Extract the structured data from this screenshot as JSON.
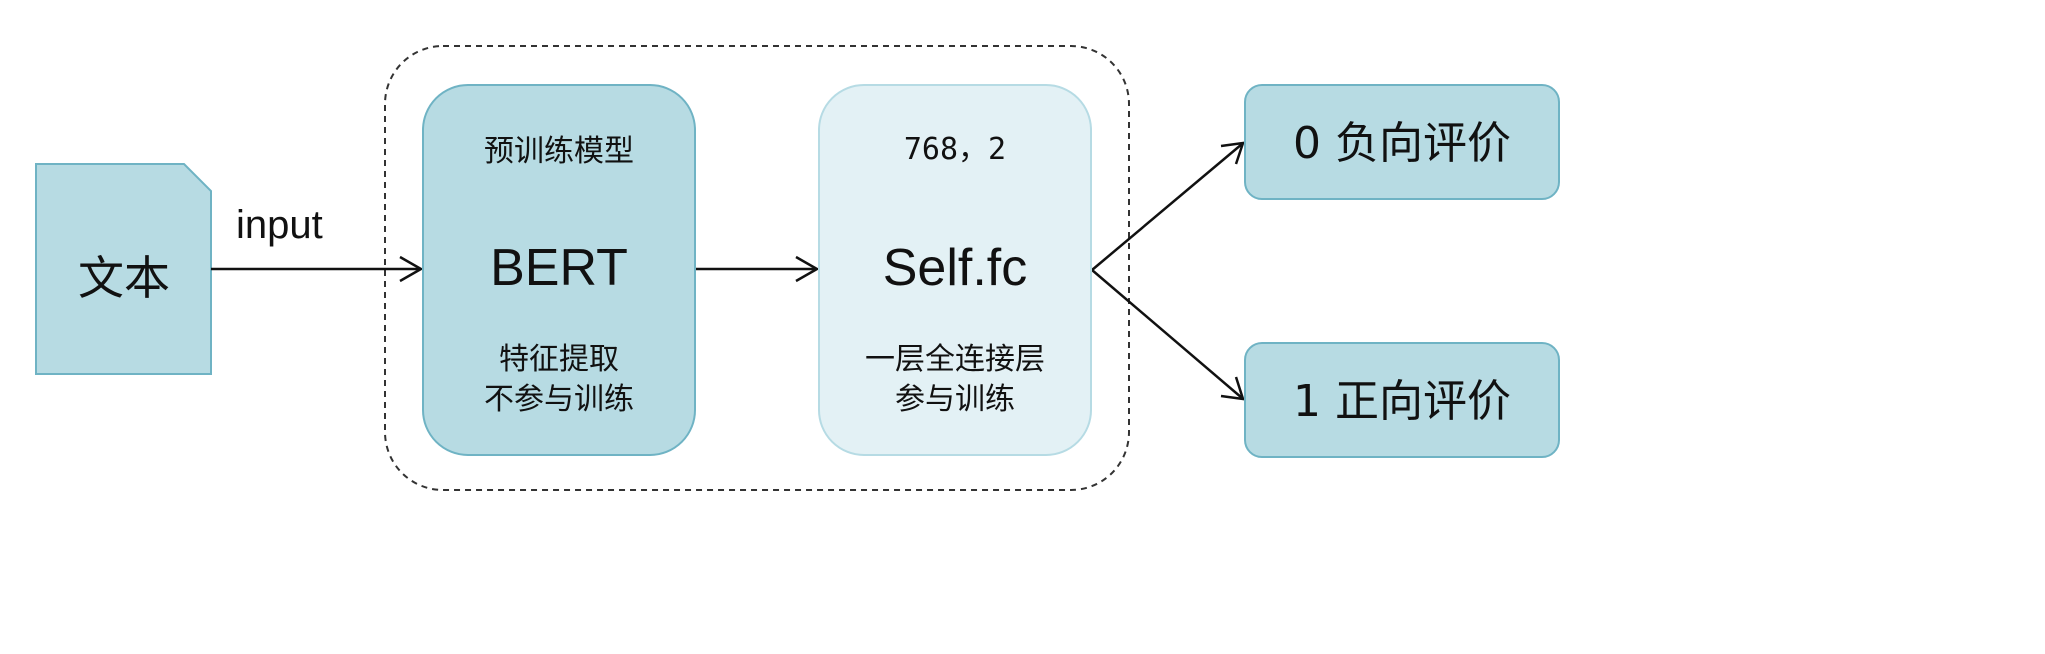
{
  "document": {
    "label": "文本"
  },
  "input_edge": {
    "label": "input"
  },
  "bert": {
    "top_label": "预训练模型",
    "title": "BERT",
    "desc_line1": "特征提取",
    "desc_line2": "不参与训练"
  },
  "fc": {
    "top_label": "768，2",
    "title": "Self.fc",
    "desc_line1": "一层全连接层",
    "desc_line2": "参与训练"
  },
  "outputs": [
    {
      "label": "0 负向评价"
    },
    {
      "label": "1 正向评价"
    }
  ],
  "colors": {
    "box_fill": "#b7dbe3",
    "box_border": "#6fb3c4",
    "fc_fill": "#e3f1f5",
    "fc_border": "#b6dbe4",
    "arrow": "#111111"
  }
}
